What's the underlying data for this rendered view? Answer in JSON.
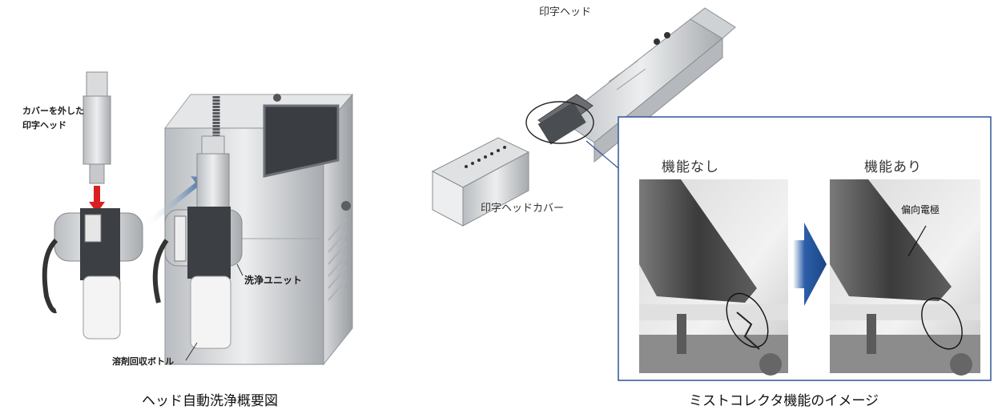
{
  "left_figure": {
    "label_head_no_cover_line1": "カバーを外した",
    "label_head_no_cover_line2": "印字ヘッド",
    "label_cleaning_unit": "洗浄ユニット",
    "label_solvent_bottle": "溶剤回収ボトル",
    "caption": "ヘッド自動洗浄概要図"
  },
  "right_figure": {
    "label_print_head": "印字ヘッド",
    "label_print_head_cover": "印字ヘッドカバー",
    "title_without": "機能なし",
    "title_with": "機能あり",
    "label_deflection_electrode": "偏向電極",
    "caption": "ミストコレクタ機能のイメージ"
  }
}
